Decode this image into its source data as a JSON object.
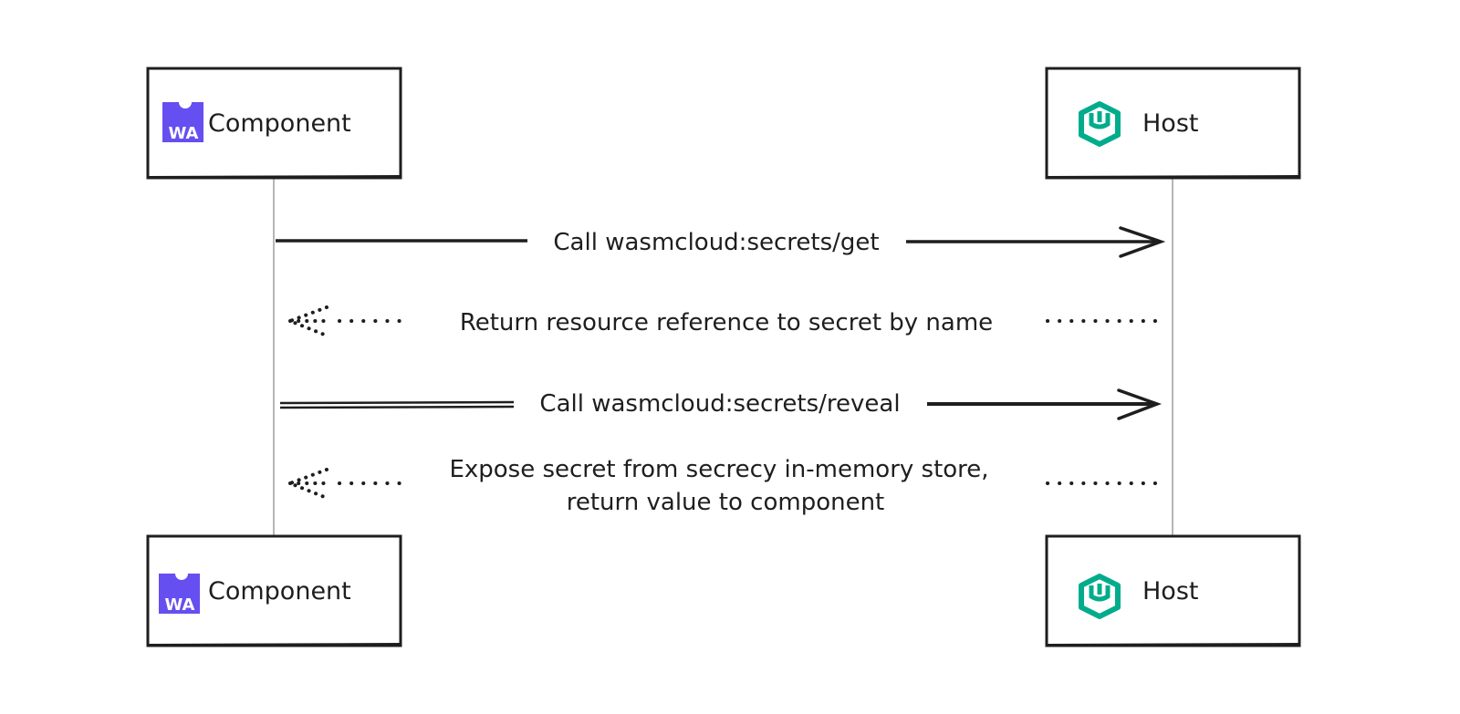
{
  "participants": {
    "component": {
      "label": "Component",
      "logo_text": "WA",
      "logo_color": "#654ff0"
    },
    "host": {
      "label": "Host",
      "logo_color": "#00ac8c"
    }
  },
  "messages": [
    {
      "text": "Call wasmcloud:secrets/get",
      "direction": "component-to-host",
      "style": "solid"
    },
    {
      "text": "Return resource reference to secret by name",
      "direction": "host-to-component",
      "style": "dotted"
    },
    {
      "text": "Call wasmcloud:secrets/reveal",
      "direction": "component-to-host",
      "style": "solid"
    },
    {
      "lines": [
        "Expose secret from secrecy in-memory store,",
        "return value to component"
      ],
      "direction": "host-to-component",
      "style": "dotted"
    }
  ],
  "colors": {
    "stroke": "#1e1e1e",
    "lifeline": "#9e9e9e",
    "wasm": "#654ff0",
    "wasmcloud": "#00ac8c"
  }
}
